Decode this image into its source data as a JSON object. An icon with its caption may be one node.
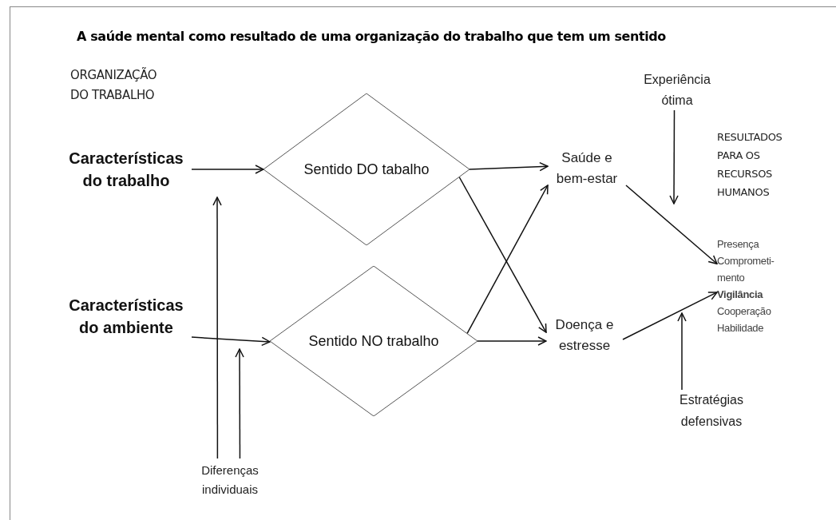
{
  "diagram": {
    "title": "A saúde mental como resultado de uma organização do trabalho que tem um sentido",
    "nodes": [
      {
        "text": [
          "Características do trabalho"
        ]
      },
      {
        "text": [
          "Características do ambiente"
        ]
      },
      {
        "text": [
          "Sentido DO tabalho"
        ]
      },
      {
        "text": [
          "Sentido NO trabalho"
        ]
      },
      {
        "text": [
          "Saúde e bem-estar"
        ]
      },
      {
        "text": [
          "Doença e estresse"
        ]
      },
      {
        "text": [
          "Diferenças individuais"
        ]
      },
      {
        "text": [
          "Experiência ótima"
        ]
      },
      {
        "text": [
          "Presença",
          "Comprometi- mento",
          "**Vigilância**",
          "Cooperação",
          "Habilidade"
        ]
      },
      {
        "text": [
          "Estratégias defensivas"
        ]
      }
    ],
    "edges": [
      {
        "from": 0,
        "to": 2,
        "arrow": "to"
      },
      {
        "from": 1,
        "to": 3,
        "arrow": "to"
      },
      {
        "from": 6,
        "to": null,
        "arrow": "to"
      },
      {
        "from": 6,
        "to": null,
        "arrow": "to"
      },
      {
        "from": 2,
        "to": 4,
        "arrow": "to"
      },
      {
        "from": 2,
        "to": 5,
        "arrow": "to"
      },
      {
        "from": 3,
        "to": 4,
        "arrow": "to"
      },
      {
        "from": 3,
        "to": 5,
        "arrow": "to"
      },
      {
        "from": 4,
        "to": 8,
        "arrow": "to"
      },
      {
        "from": 5,
        "to": 8,
        "arrow": "to"
      },
      {
        "from": 7,
        "to": null,
        "arrow": "to"
      },
      {
        "from": 9,
        "to": null,
        "arrow": "to"
      }
    ],
    "labels": [
      "ORGANIZAÇÃO DO TRABALHO",
      "RESULTADOS PARA OS RECURSOS HUMANOS"
    ]
  }
}
